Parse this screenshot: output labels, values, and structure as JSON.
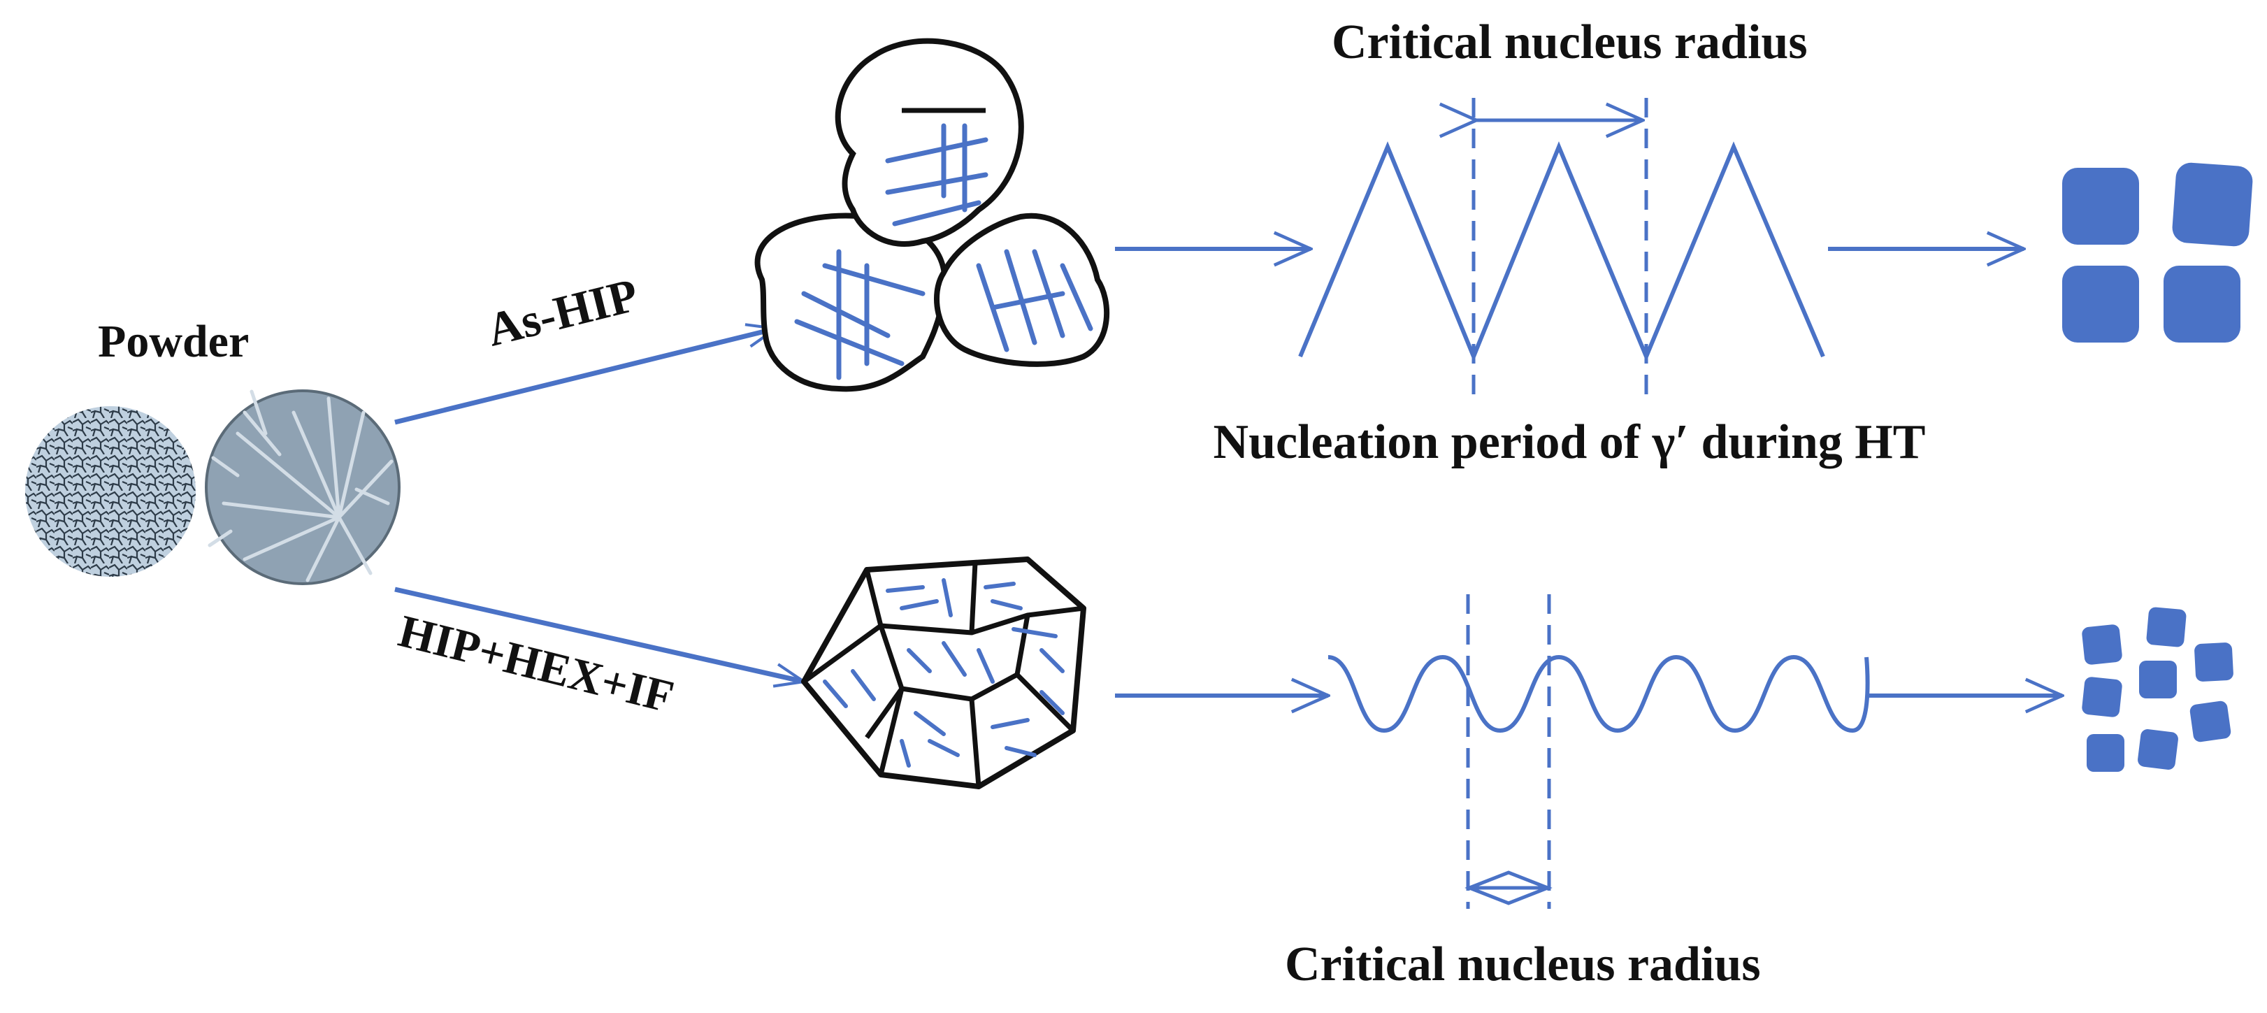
{
  "labels": {
    "powder": "Powder",
    "route_top": "As-HIP",
    "route_bottom": "HIP+HEX+IF",
    "critical_radius_top": "Critical nucleus radius",
    "nucleation_period": "Nucleation period of γ′ during HT",
    "critical_radius_bottom": "Critical nucleus radius"
  },
  "colors": {
    "accent_blue": "#4a72c6",
    "powder_gray": "#8fa2b3",
    "outline": "#111111"
  },
  "icons": [
    "powder-fine-particle-icon",
    "powder-dendritic-particle-icon",
    "coarse-grain-icon",
    "fine-grain-icon",
    "coarse-gamma-prime-icon",
    "fine-gamma-prime-icon"
  ]
}
